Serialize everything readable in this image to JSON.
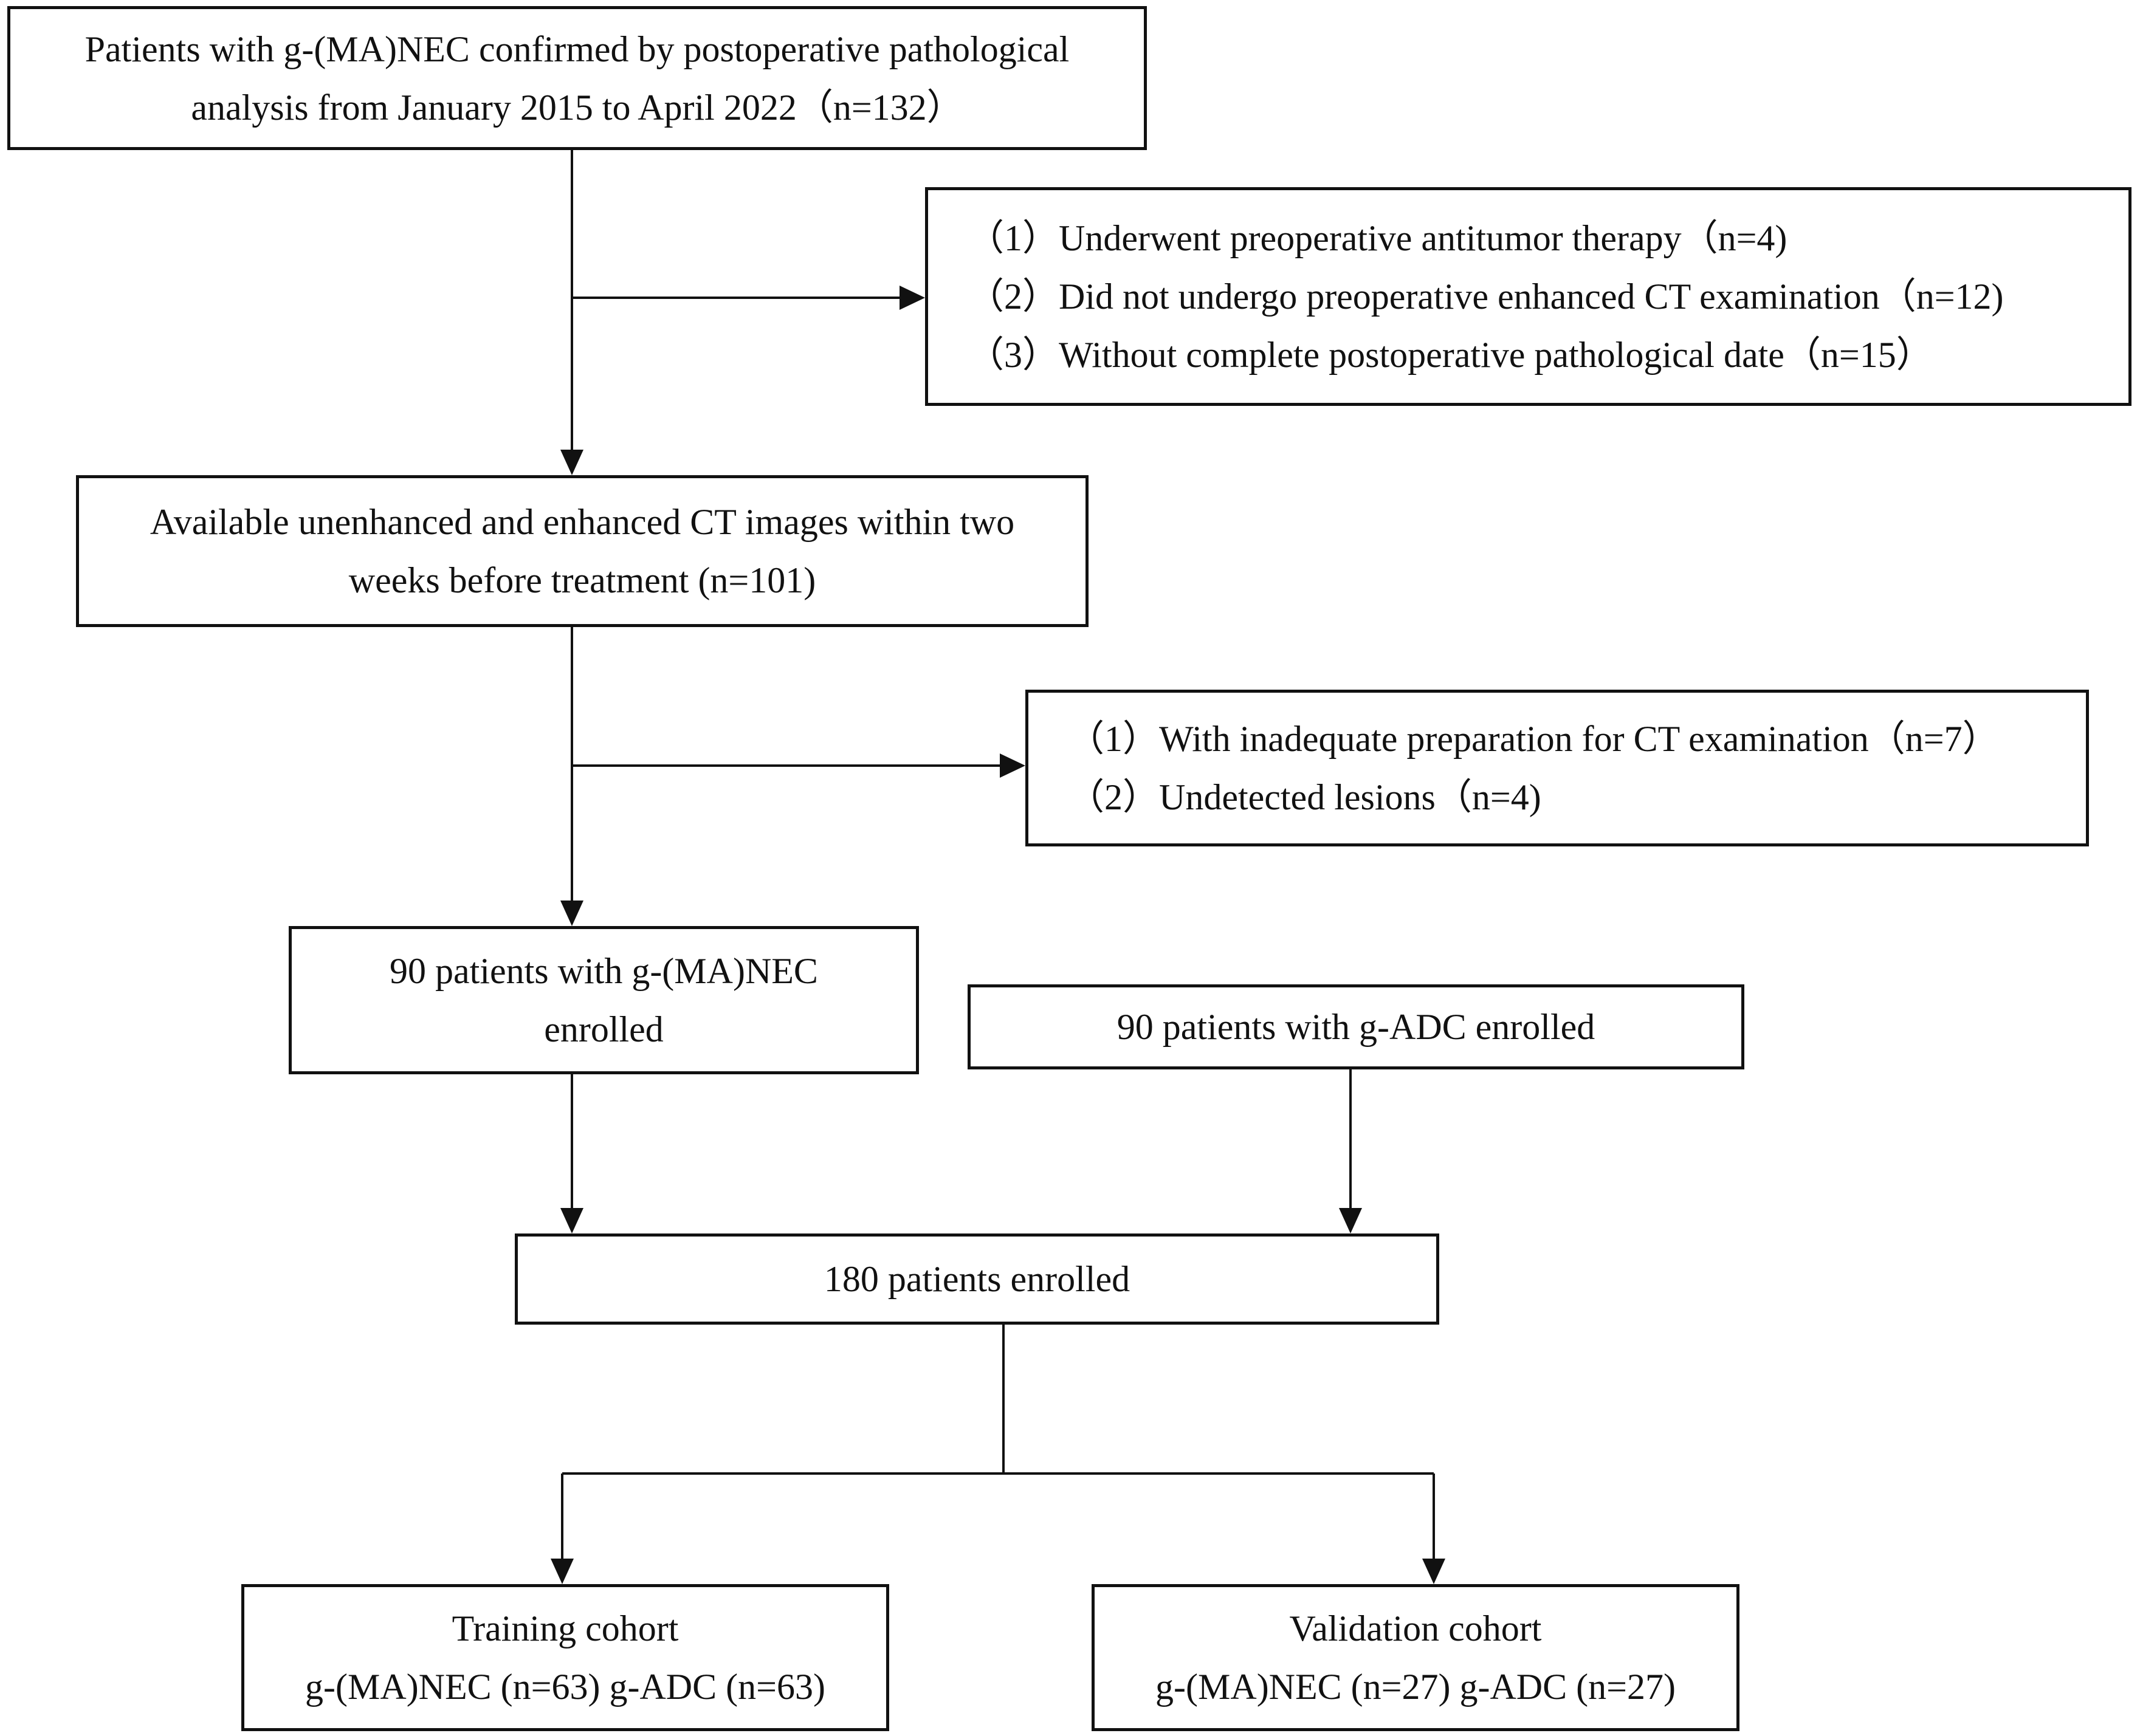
{
  "diagram": {
    "start": {
      "line1": "Patients with g-(MA)NEC confirmed by postoperative pathological",
      "line2": "analysis from January 2015 to April 2022（n=132）"
    },
    "exclusion1": {
      "items": [
        "（1）Underwent preoperative antitumor therapy（n=4)",
        "（2）Did not undergo preoperative enhanced CT examination（n=12)",
        "（3）Without complete postoperative pathological date（n=15）"
      ]
    },
    "available": {
      "line1": "Available unenhanced and enhanced CT images within two",
      "line2": "weeks before treatment (n=101)"
    },
    "exclusion2": {
      "items": [
        "（1）With inadequate preparation for CT examination（n=7）",
        "（2）Undetected lesions（n=4)"
      ]
    },
    "manec": {
      "line1": "90 patients with g-(MA)NEC",
      "line2": "enrolled"
    },
    "adc": {
      "line1": "90 patients with g-ADC enrolled"
    },
    "total": {
      "line1": "180 patients enrolled"
    },
    "training": {
      "line1": "Training cohort",
      "line2": "g-(MA)NEC (n=63) g-ADC (n=63)"
    },
    "validation": {
      "line1": "Validation cohort",
      "line2": "g-(MA)NEC (n=27) g-ADC (n=27)"
    }
  }
}
